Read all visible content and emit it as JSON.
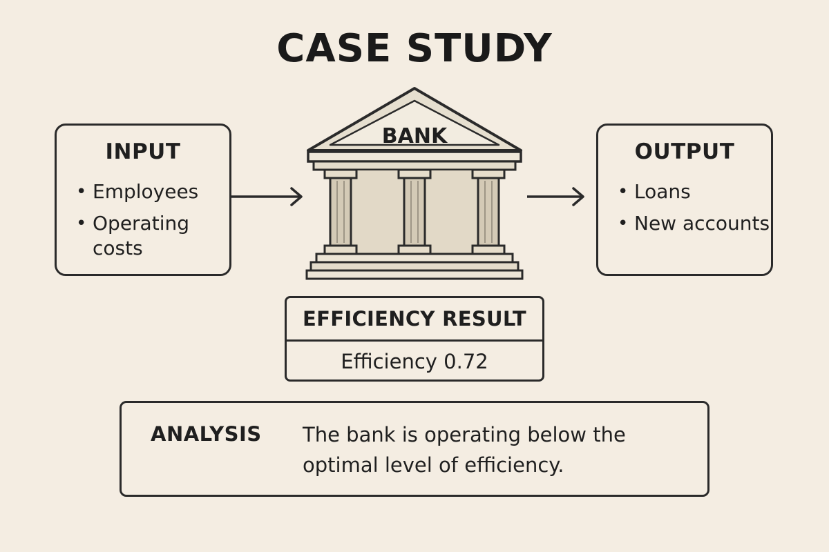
{
  "title": "CASE STUDY",
  "input": {
    "heading": "INPUT",
    "items": [
      "Employees",
      "Operating costs"
    ]
  },
  "bank": {
    "label": "BANK"
  },
  "output": {
    "heading": "OUTPUT",
    "items": [
      "Loans",
      "New accounts"
    ]
  },
  "efficiency": {
    "heading": "EFFICIENCY RESULT",
    "value_text": "Efficiency 0.72"
  },
  "analysis": {
    "label": "ANALYSIS",
    "text": "The bank is operating below the optimal level of efficiency."
  },
  "colors": {
    "background": "#f4ede2",
    "stroke": "#2a2a2a",
    "bank_fill": "#ddd5c4"
  },
  "icons": [
    "bullet",
    "arrow-right-icon",
    "bank-icon"
  ]
}
